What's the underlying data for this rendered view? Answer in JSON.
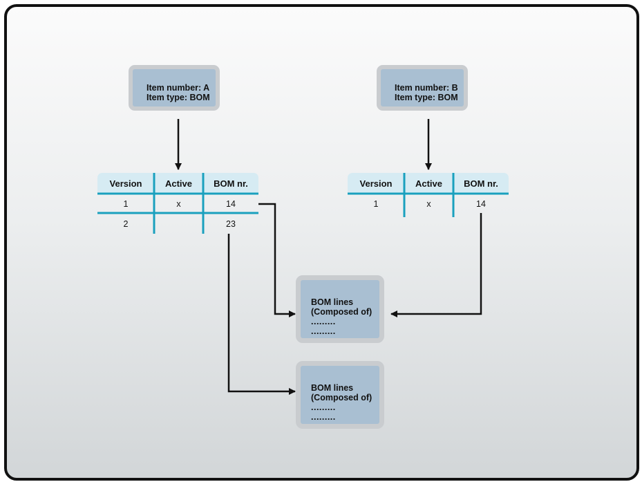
{
  "item_a": {
    "line1": "Item number: A",
    "line2": "Item type: BOM"
  },
  "item_b": {
    "line1": "Item number: B",
    "line2": "Item type: BOM"
  },
  "table_a": {
    "headers": [
      "Version",
      "Active",
      "BOM nr."
    ],
    "rows": [
      [
        "1",
        "x",
        "14"
      ],
      [
        "2",
        "",
        "23"
      ]
    ]
  },
  "table_b": {
    "headers": [
      "Version",
      "Active",
      "BOM nr."
    ],
    "rows": [
      [
        "1",
        "x",
        "14"
      ]
    ]
  },
  "bom_14": {
    "line1": "BOM lines",
    "line2": "(Composed of)",
    "line3": ".........",
    "line4": "........."
  },
  "bom_23": {
    "line1": "BOM lines",
    "line2": "(Composed of)",
    "line3": ".........",
    "line4": "........."
  }
}
